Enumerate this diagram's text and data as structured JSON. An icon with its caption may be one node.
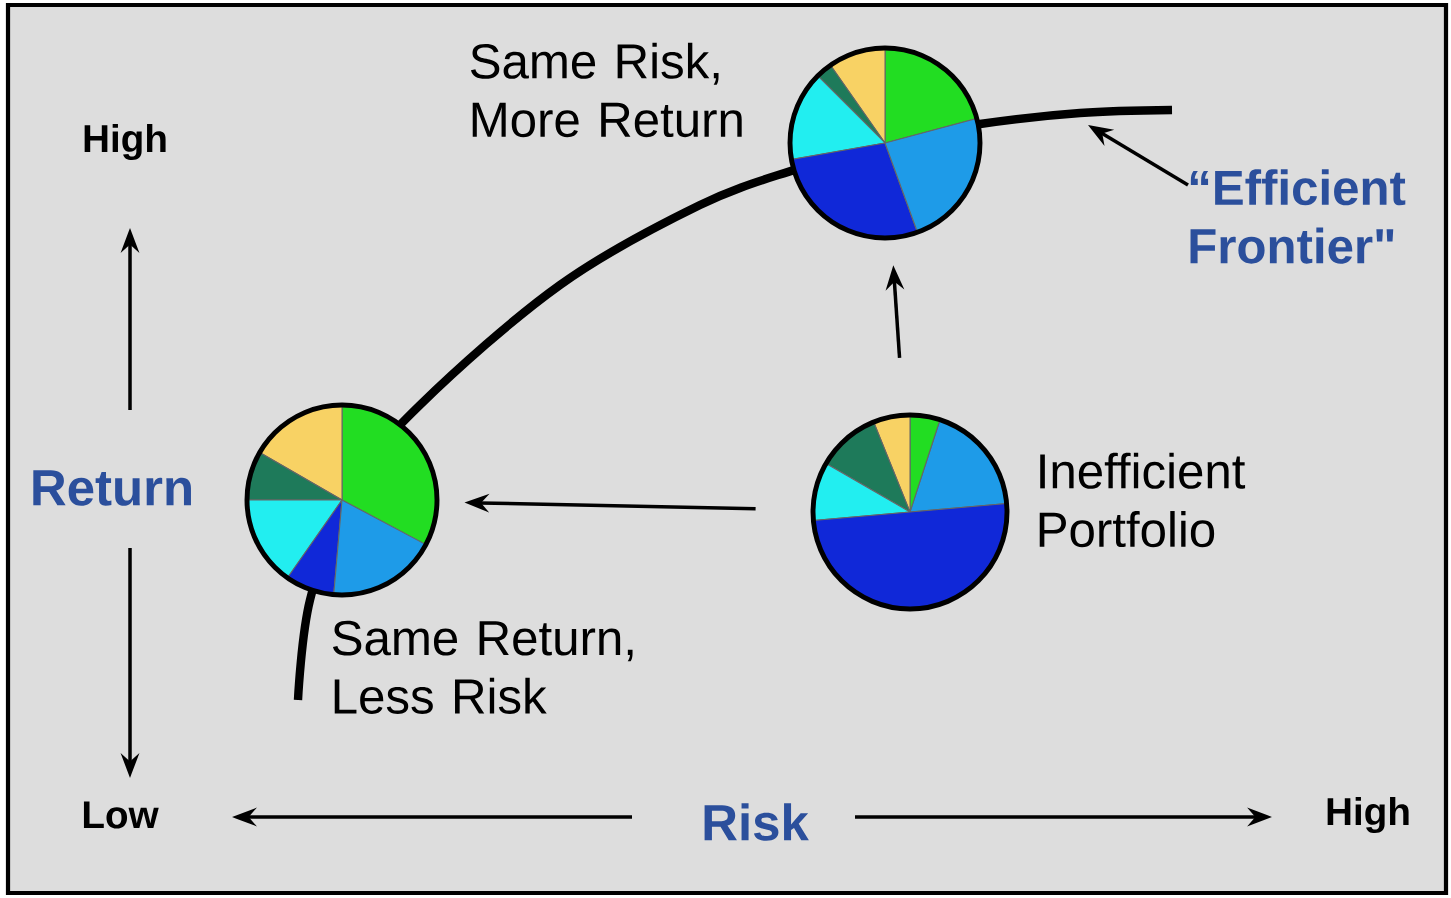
{
  "diagram": {
    "nodes": [
      {
        "text": [],
        "shape": "circle",
        "beside": [
          "Same Return, Less Risk"
        ]
      },
      {
        "text": [],
        "shape": "circle",
        "beside": [
          "Same Risk, More Return"
        ]
      },
      {
        "text": [],
        "shape": "circle",
        "beside": [
          "Inefficient Portfolio"
        ]
      },
      {
        "text": [
          "“Efficient Frontier\""
        ]
      }
    ],
    "edges": [
      {
        "from": 2,
        "to": 0,
        "arrow": "to"
      },
      {
        "from": 2,
        "to": 1,
        "arrow": "to"
      },
      {
        "from": 3,
        "to": null,
        "arrow": "to"
      }
    ],
    "labels": [
      "High",
      "Return",
      "Low",
      "Risk",
      "High"
    ]
  }
}
